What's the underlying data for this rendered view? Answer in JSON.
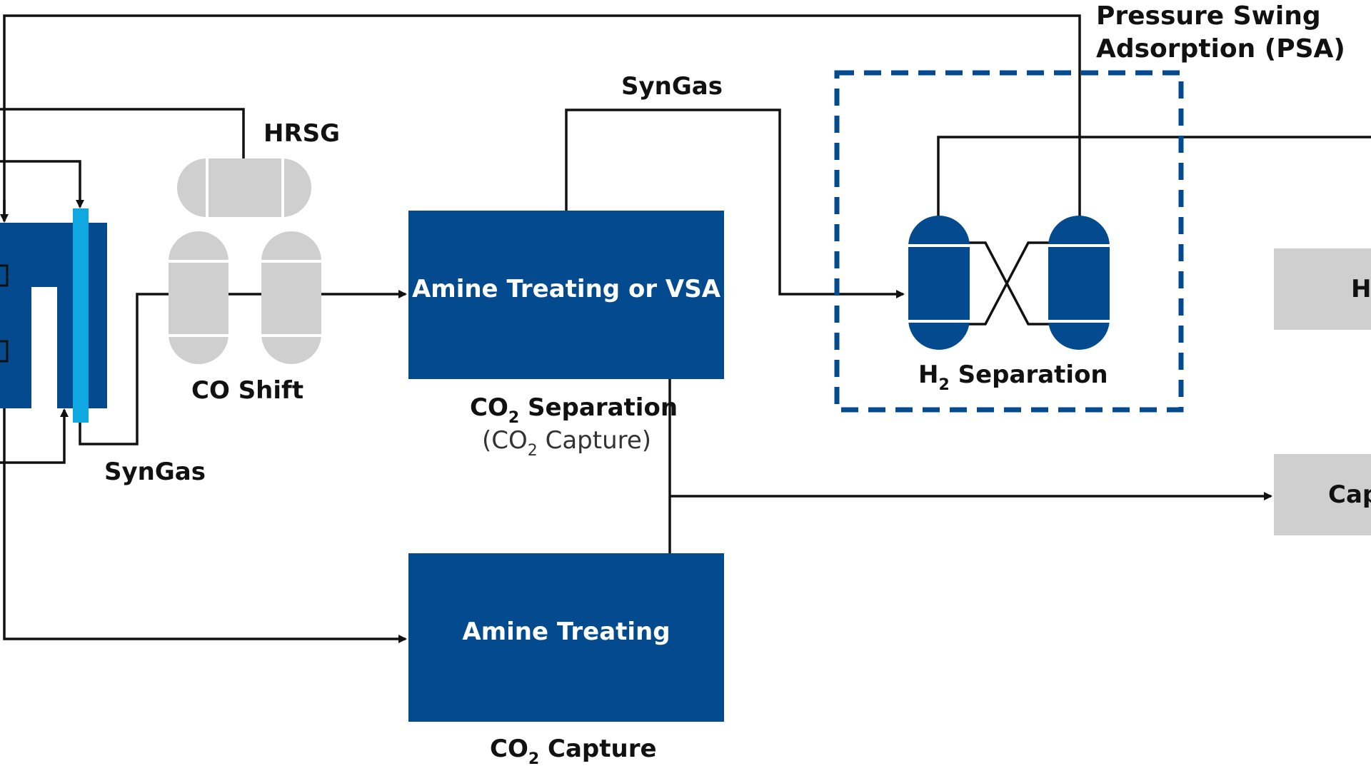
{
  "colors": {
    "primary_blue": "#034a8f",
    "light_blue": "#0fa8e0",
    "gray": "#cfcfcf",
    "line": "#111111",
    "white": "#ffffff"
  },
  "labels": {
    "psa_line1": "Pressure Swing",
    "psa_line2": "Adsorption (PSA)",
    "syngas_top": "SynGas",
    "hrsg": "HRSG",
    "co_shift": "CO Shift",
    "syngas_left": "SynGas",
    "co2_separation": "CO",
    "co2_separation_sub": "2",
    "co2_separation_rest": " Separation",
    "co2_capture_paren_open": "(CO",
    "co2_capture_paren_sub": "2",
    "co2_capture_paren_rest": " Capture)",
    "h2_separation": "H",
    "h2_separation_sub": "2",
    "h2_separation_rest": " Separation",
    "co2_capture_bottom": "CO",
    "co2_capture_bottom_sub": "2",
    "co2_capture_bottom_rest": " Capture"
  },
  "boxes": {
    "amine_vsa": "Amine Treating or VSA",
    "amine_treating": "Amine Treating",
    "right_top_partial": "H",
    "right_bottom_partial": "Cap"
  }
}
